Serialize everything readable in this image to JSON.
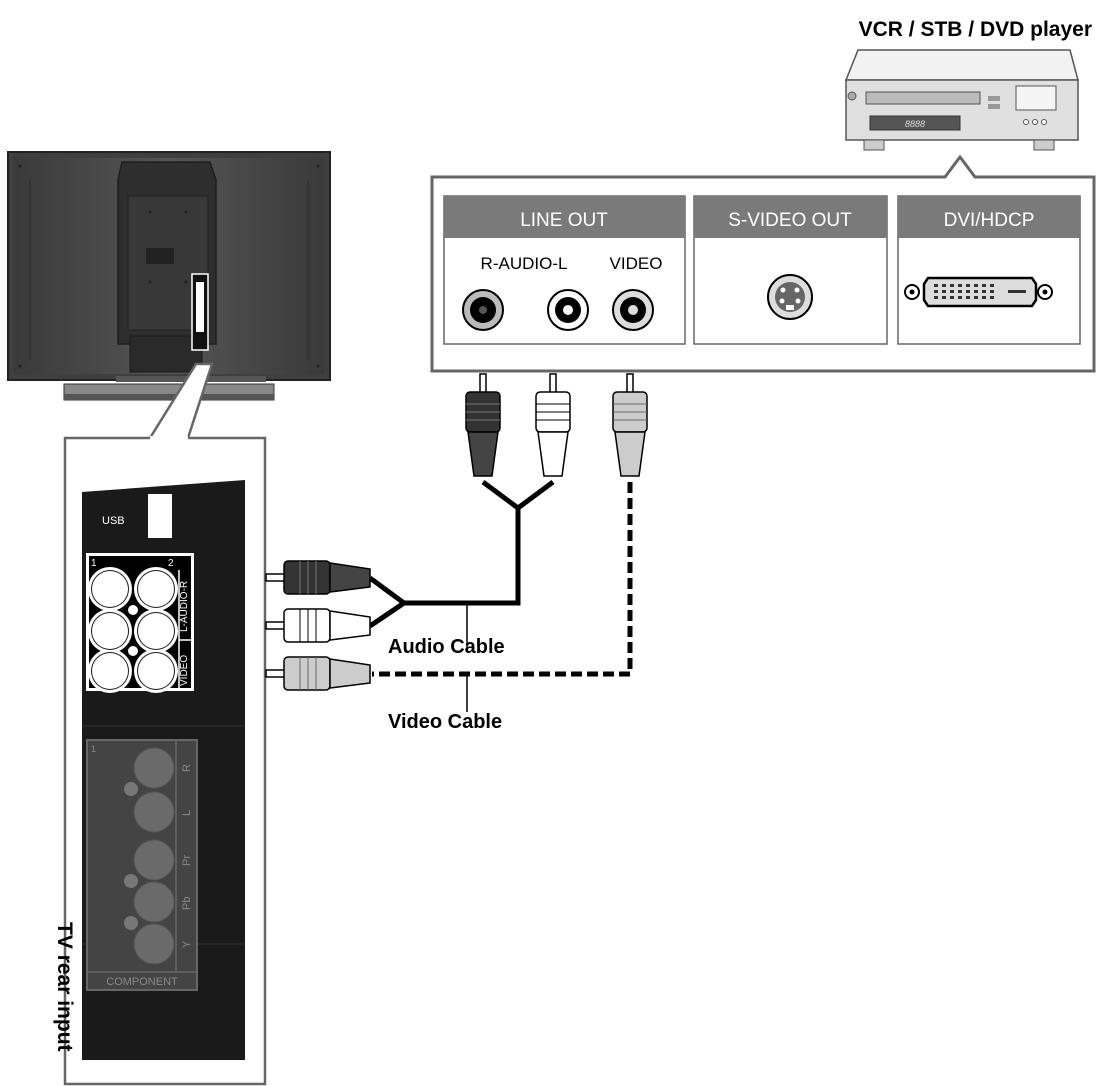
{
  "labels": {
    "device_title": "VCR / STB / DVD player",
    "tv_label": "TV rear input"
  },
  "device_panel": {
    "line_out": "LINE OUT",
    "audio_sub": "R-AUDIO-L",
    "video_sub": "VIDEO",
    "svideo_out": "S-VIDEO OUT",
    "dvi": "DVI/HDCP",
    "display_digits": "8888"
  },
  "tv_panel": {
    "usb": "USB",
    "av_num_1": "1",
    "av_num_2": "2",
    "av_vertical_audio": "L-AUDIO-R",
    "av_vertical_video": "VIDEO",
    "comp_num": "1",
    "comp_labels": [
      "R",
      "L",
      "Pr",
      "Pb",
      "Y"
    ],
    "component": "COMPONENT"
  },
  "cables": {
    "audio": "Audio Cable",
    "video": "Video Cable"
  },
  "colors": {
    "panel_header": "#7a7a7a",
    "tv_body": "#1a1a1a",
    "cable": "#000000"
  }
}
